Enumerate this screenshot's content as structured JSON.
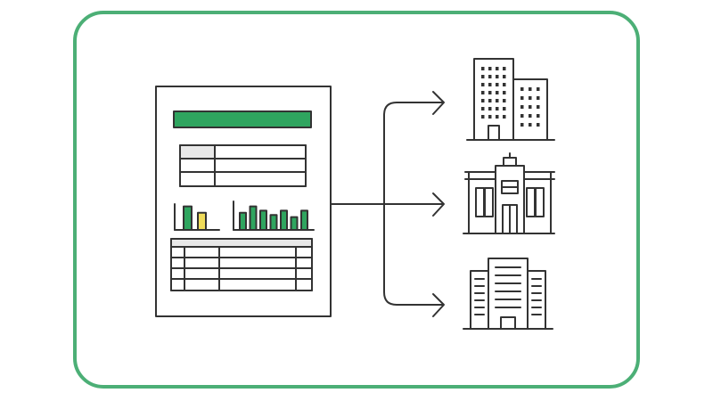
{
  "colors": {
    "frame_border": "#4caf76",
    "ink": "#333333",
    "accent_green": "#2fa55f",
    "accent_yellow": "#f0dc5a",
    "header_gray": "#e8e8e8",
    "background": "#ffffff"
  },
  "diagram": {
    "source": {
      "icon": "report-document-icon",
      "mini_bar_chart_1": [
        22,
        16
      ],
      "mini_bar_chart_2": [
        16,
        22,
        18,
        14,
        18,
        12,
        18
      ]
    },
    "targets": [
      {
        "icon": "office-towers-icon"
      },
      {
        "icon": "school-building-icon"
      },
      {
        "icon": "office-block-icon"
      }
    ],
    "connector": {
      "icon": "branching-arrows-icon"
    }
  }
}
